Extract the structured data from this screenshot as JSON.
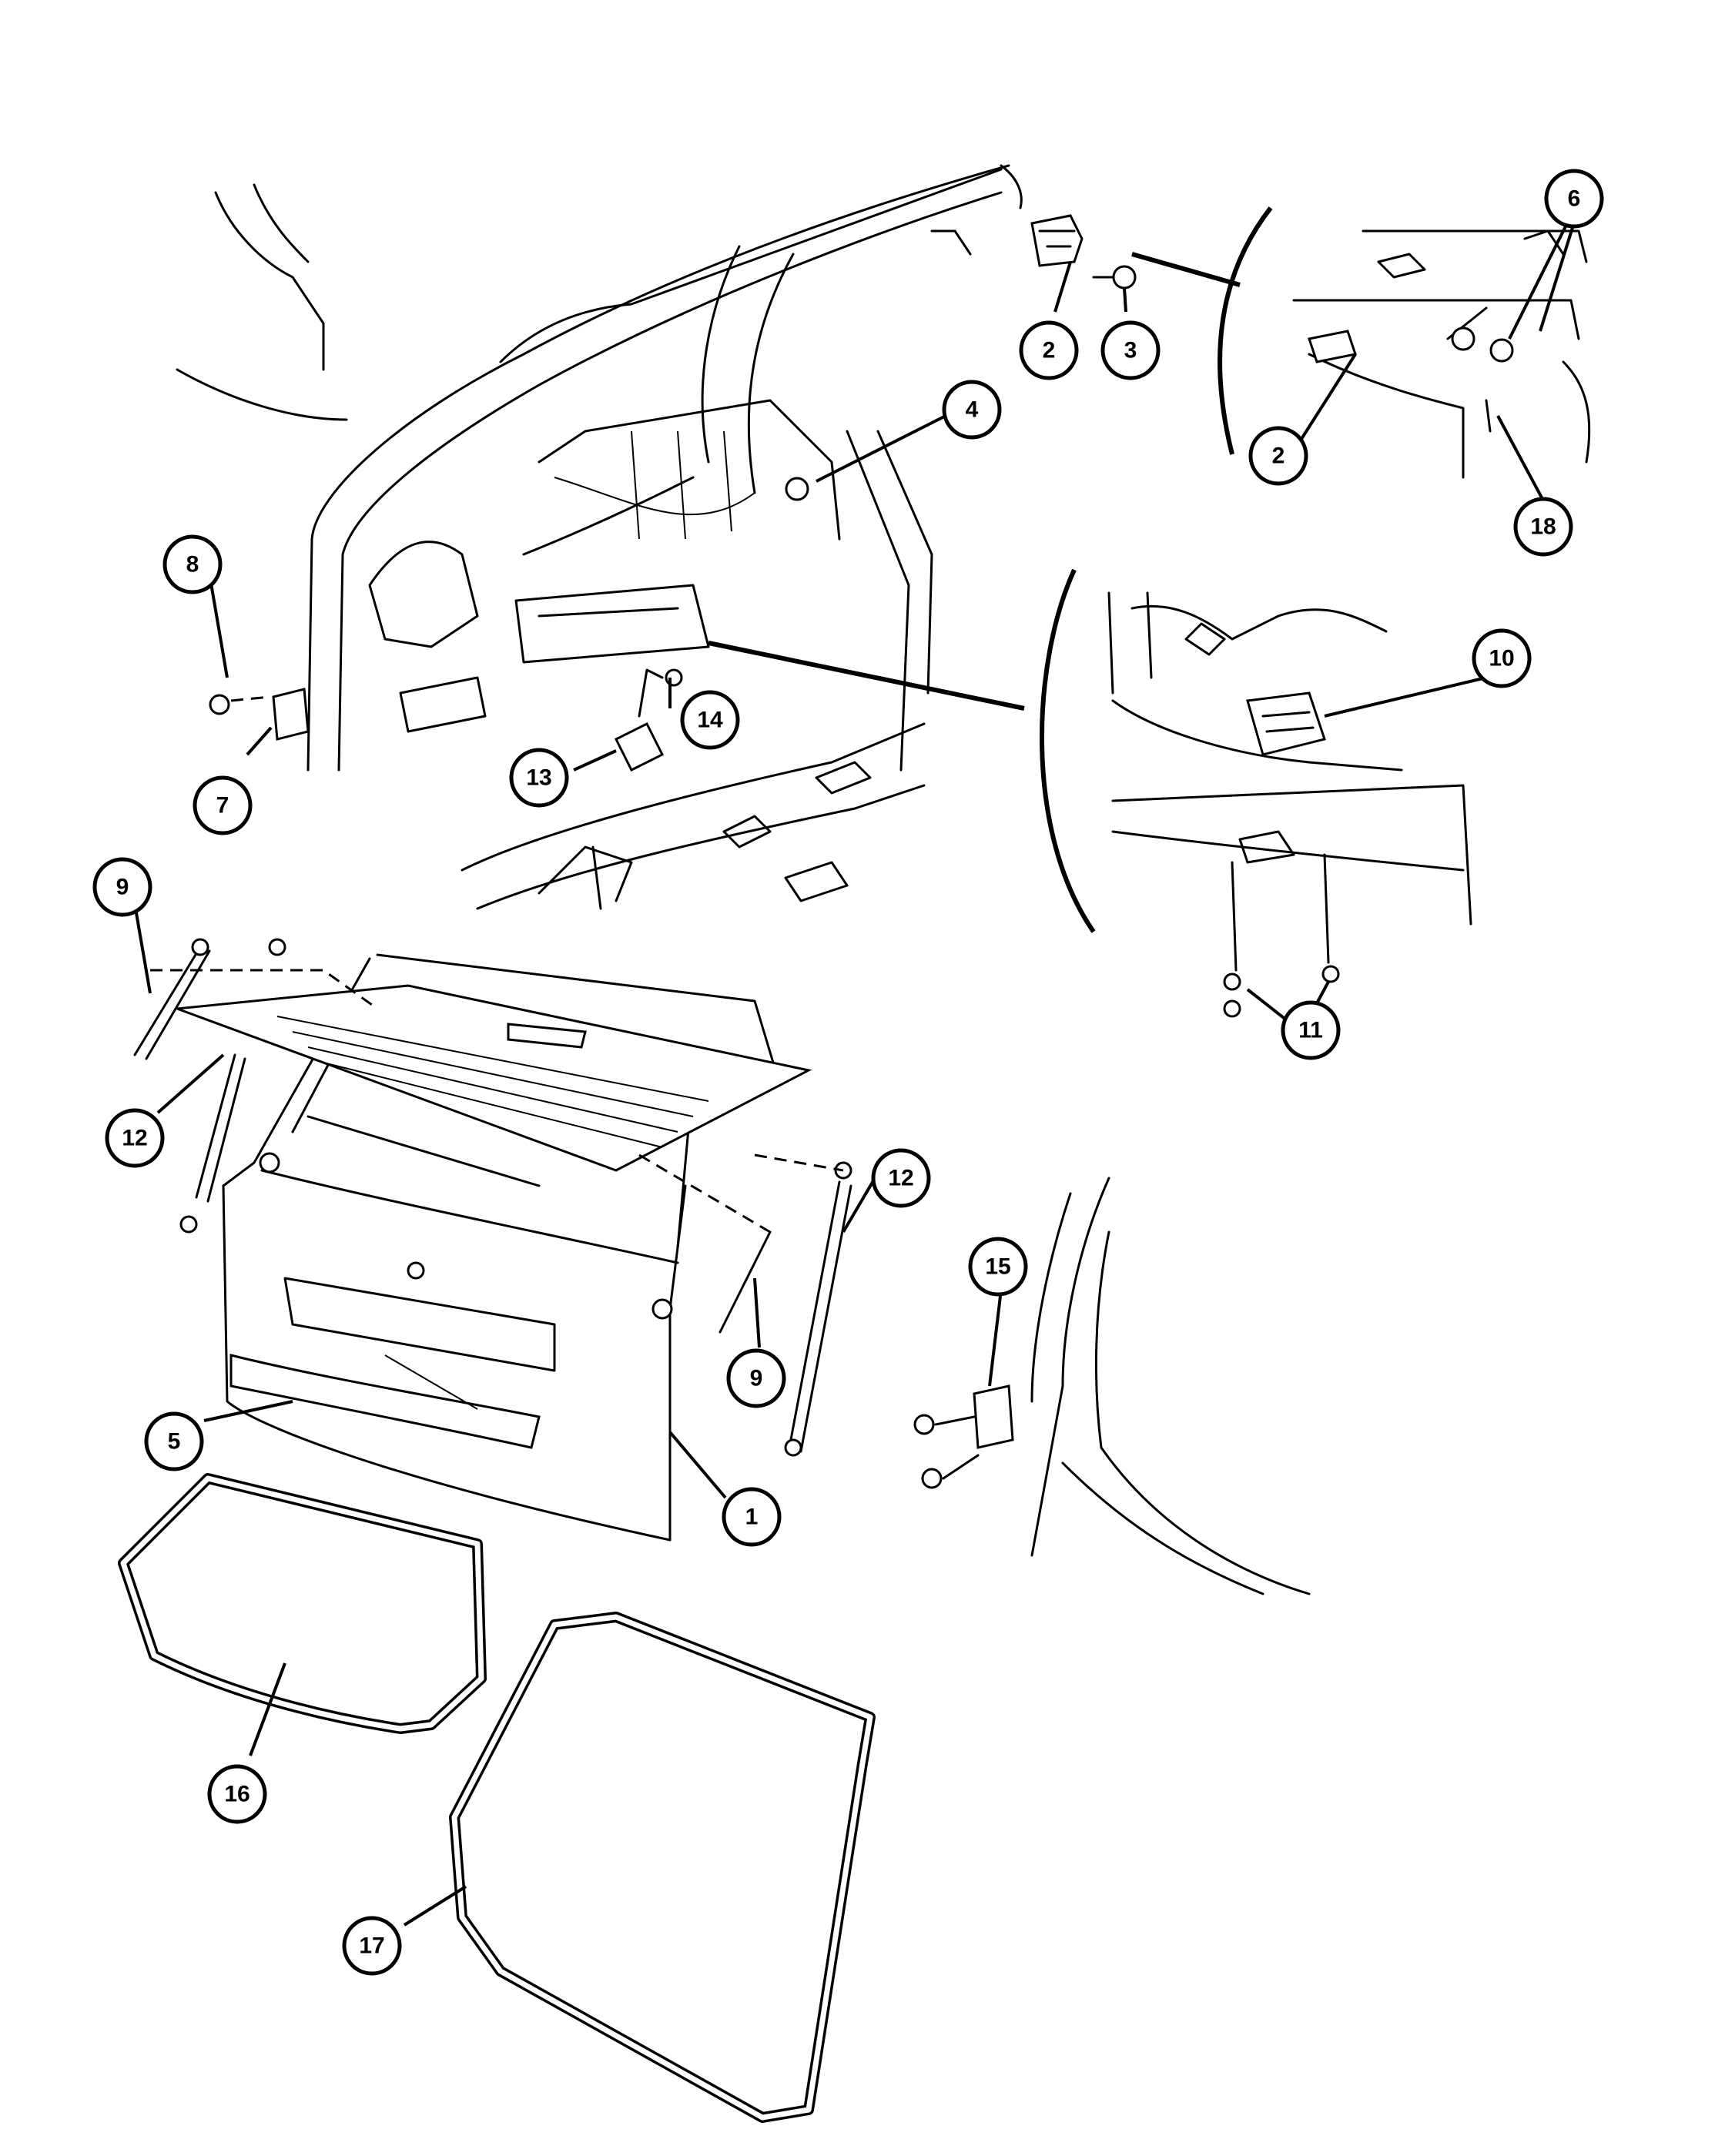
{
  "callouts": {
    "c1": "1",
    "c2a": "2",
    "c2b": "2",
    "c3": "3",
    "c4": "4",
    "c5": "5",
    "c6": "6",
    "c7": "7",
    "c8": "8",
    "c9a": "9",
    "c9b": "9",
    "c10": "10",
    "c11": "11",
    "c12a": "12",
    "c12b": "12",
    "c13": "13",
    "c14": "14",
    "c15": "15",
    "c16": "16",
    "c17": "17",
    "c18": "18"
  }
}
